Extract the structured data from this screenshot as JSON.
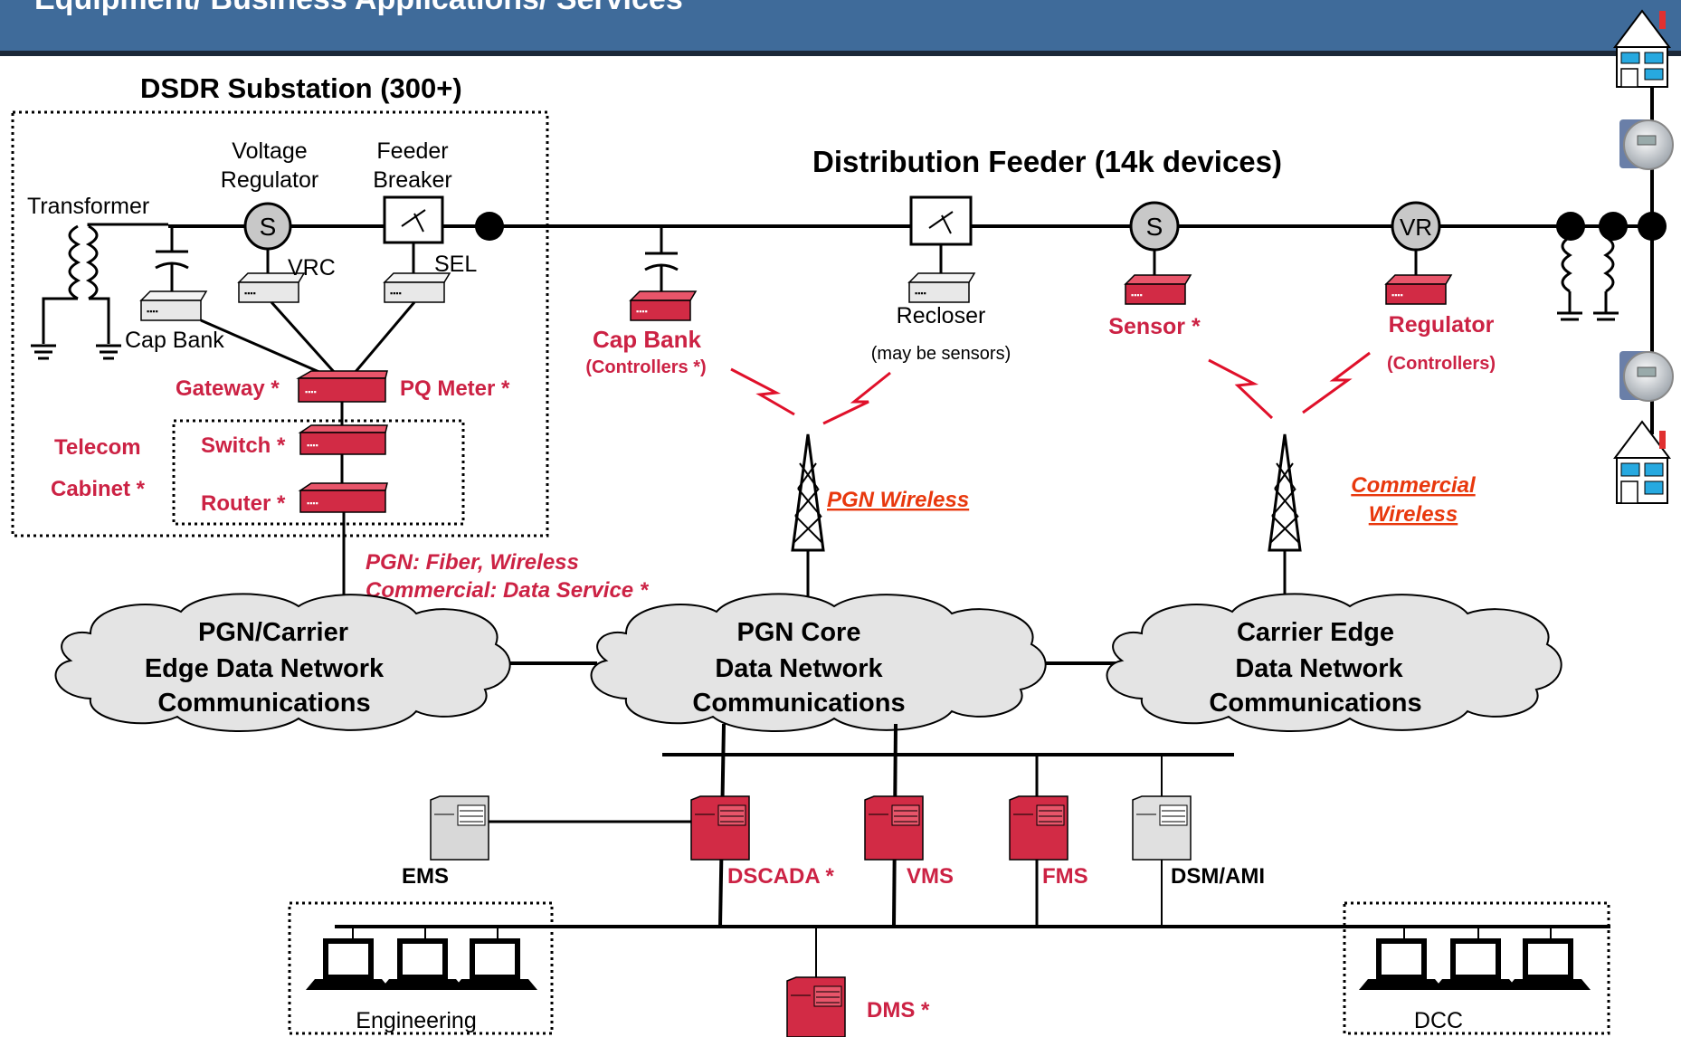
{
  "header": {
    "title": "Equipment/ Business Applications/ Services",
    "background": "#3f6b9a"
  },
  "colors": {
    "red_device": "#d22b45",
    "red_text": "#cc2244",
    "orange_link": "#e8380d",
    "cloud_fill": "#e4e4e4",
    "line": "#000000"
  },
  "substation": {
    "title": "DSDR Substation (300+)",
    "transformer": "Transformer",
    "voltage_regulator_line1": "Voltage",
    "voltage_regulator_line2": "Regulator",
    "feeder_breaker_line1": "Feeder",
    "feeder_breaker_line2": "Breaker",
    "vrc": "VRC",
    "sel": "SEL",
    "cap_bank": "Cap Bank",
    "gateway": "Gateway *",
    "pq_meter": "PQ Meter *",
    "telecom": "Telecom",
    "cabinet": "Cabinet *",
    "switch": "Switch *",
    "router": "Router *",
    "s_symbol": "S"
  },
  "feeder": {
    "title": "Distribution Feeder (14k devices)",
    "cap_bank": "Cap Bank",
    "cap_bank_sub": "(Controllers *)",
    "recloser": "Recloser",
    "recloser_sub": "(may be sensors)",
    "sensor": "Sensor *",
    "regulator": "Regulator",
    "regulator_sub": "(Controllers)",
    "s_symbol": "S",
    "vr_symbol": "VR"
  },
  "wireless": {
    "pgn_wireless": "PGN Wireless",
    "commercial_line1": "Commercial",
    "commercial_line2": "Wireless",
    "backhaul_line1": "PGN:  Fiber, Wireless",
    "backhaul_line2": "Commercial: Data Service *"
  },
  "clouds": {
    "edge": [
      "PGN/Carrier",
      "Edge Data Network",
      "Communications"
    ],
    "core": [
      "PGN Core",
      "Data Network",
      "Communications"
    ],
    "carrier": [
      "Carrier Edge",
      "Data Network",
      "Communications"
    ]
  },
  "systems": {
    "ems": "EMS",
    "dscada": "DSCADA *",
    "vms": "VMS",
    "fms": "FMS",
    "dsm_ami": "DSM/AMI",
    "dms": "DMS *",
    "engineering": "Engineering",
    "dcc": "DCC"
  }
}
